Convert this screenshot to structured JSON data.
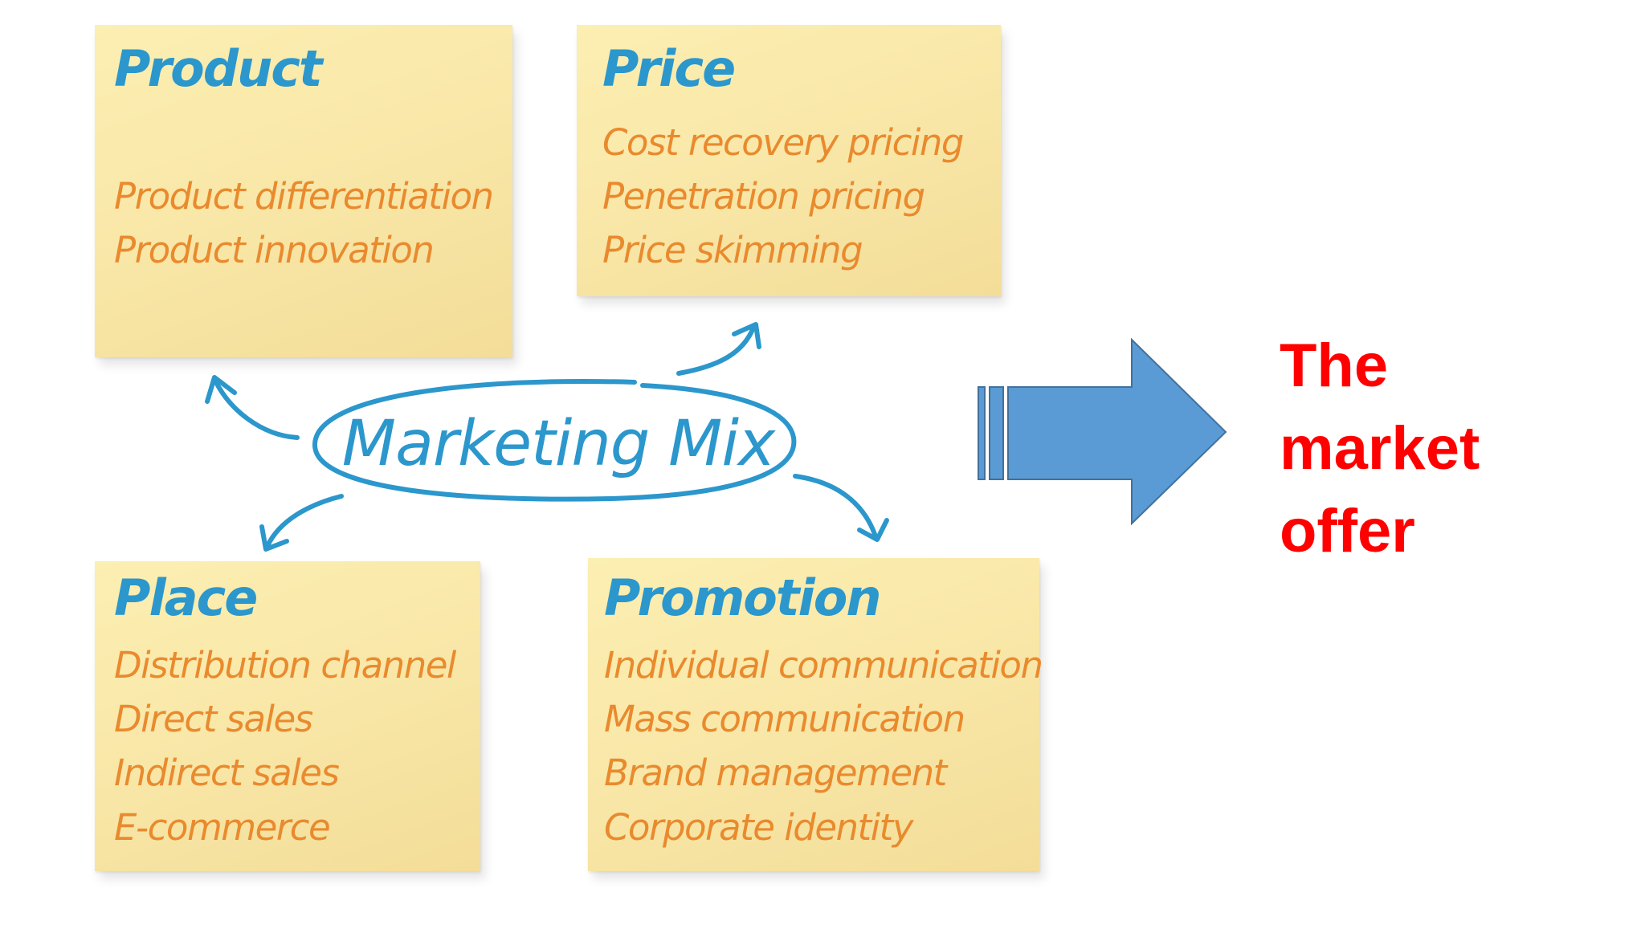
{
  "notes": {
    "product": {
      "title": "Product",
      "items": [
        "Product differentiation",
        "Product innovation"
      ]
    },
    "price": {
      "title": "Price",
      "items": [
        "Cost recovery pricing",
        "Penetration pricing",
        "Price skimming"
      ]
    },
    "place": {
      "title": "Place",
      "items": [
        "Distribution channel",
        "Direct sales",
        "Indirect sales",
        "E-commerce"
      ]
    },
    "promotion": {
      "title": "Promotion",
      "items": [
        "Individual communication",
        "Mass communication",
        "Brand management",
        "Corporate identity"
      ]
    }
  },
  "center": {
    "label": "Marketing Mix"
  },
  "result": {
    "lines": [
      "The",
      "market",
      "offer"
    ]
  },
  "colors": {
    "note_fill": "#fbeeb0",
    "title_blue": "#2b97cc",
    "item_orange": "#e98a2e",
    "arrow_fill": "#5b9bd5",
    "offer_red": "#ff0000"
  }
}
